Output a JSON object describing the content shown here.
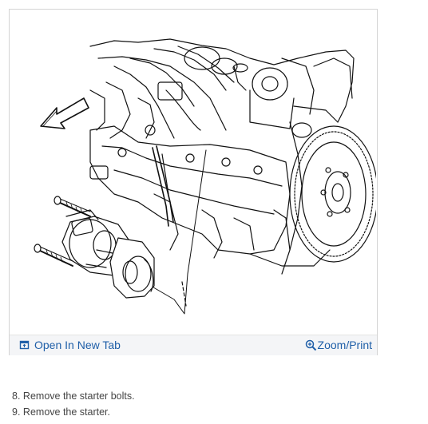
{
  "figure": {
    "image_alt": "Engine starter removal diagram",
    "open_tab_label": "Open In New Tab",
    "zoom_print_label": "Zoom/Print",
    "accent_color": "#1f5fa8"
  },
  "steps": [
    {
      "number": "8.",
      "text": "Remove the starter bolts."
    },
    {
      "number": "9.",
      "text": "Remove the starter."
    }
  ],
  "icons": {
    "open_tab": "open-new-tab-icon",
    "zoom": "magnifier-zoom-icon",
    "arrow": "direction-arrow-icon"
  }
}
